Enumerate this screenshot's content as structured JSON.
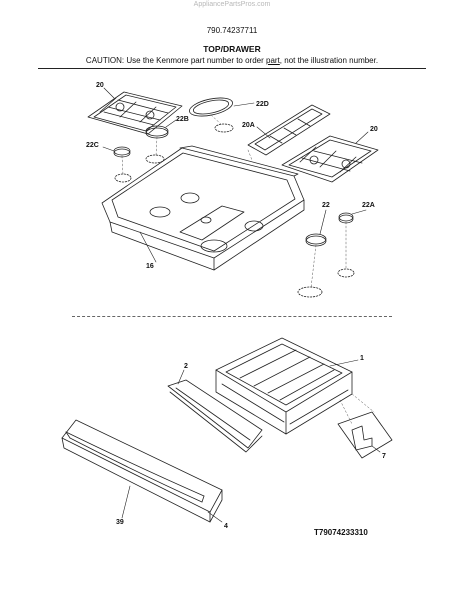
{
  "watermark": "AppliancePartsPros.com",
  "model_number": "790.74237711",
  "section_title": "TOP/DRAWER",
  "caution": {
    "before": "CAUTION: Use the Kenmore part number to order ",
    "link": "part",
    "after": ", not the illustration number."
  },
  "callouts": {
    "grate_left": "20",
    "grate_right": "20",
    "grate_center": "20A",
    "burner_cap_center": "22D",
    "burner_cap_large": "22B",
    "burner_cap_small_left": "22C",
    "burner_cap_right": "22",
    "burner_cap_small_right": "22A",
    "cooktop": "16",
    "drawer_body": "1",
    "drawer_panel": "2",
    "drawer_front": "4",
    "drawer_handle": "39",
    "drawer_glide": "7"
  },
  "diagram_code": "T79074233310"
}
